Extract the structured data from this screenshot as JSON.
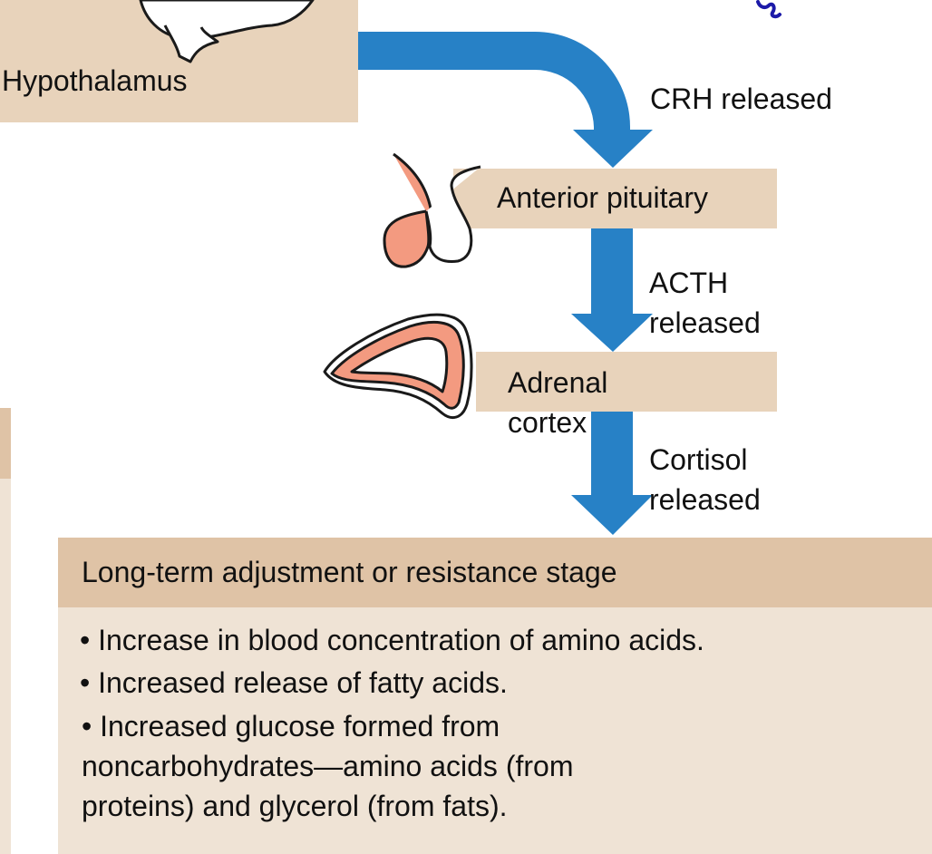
{
  "colors": {
    "arrow": "#2781c6",
    "organ_box": "#e8d3bb",
    "stage_header": "#dfc3a6",
    "stage_body": "#efe3d5",
    "gland_fill": "#f39a80"
  },
  "organs": {
    "hypothalamus": "Hypothalamus",
    "anterior_pituitary": "Anterior pituitary",
    "adrenal_cortex": "Adrenal\ncortex"
  },
  "hormones": {
    "crh": "CRH released",
    "acth": "ACTH\nreleased",
    "cortisol": "Cortisol\nreleased"
  },
  "stage": {
    "title": "Long-term adjustment or resistance stage",
    "items": [
      "• Increase in blood concentration of amino acids.",
      "• Increased release of fatty acids.",
      "• Increased glucose formed from\n noncarbohydrates—amino acids (from\n proteins) and glycerol (from fats)."
    ]
  }
}
